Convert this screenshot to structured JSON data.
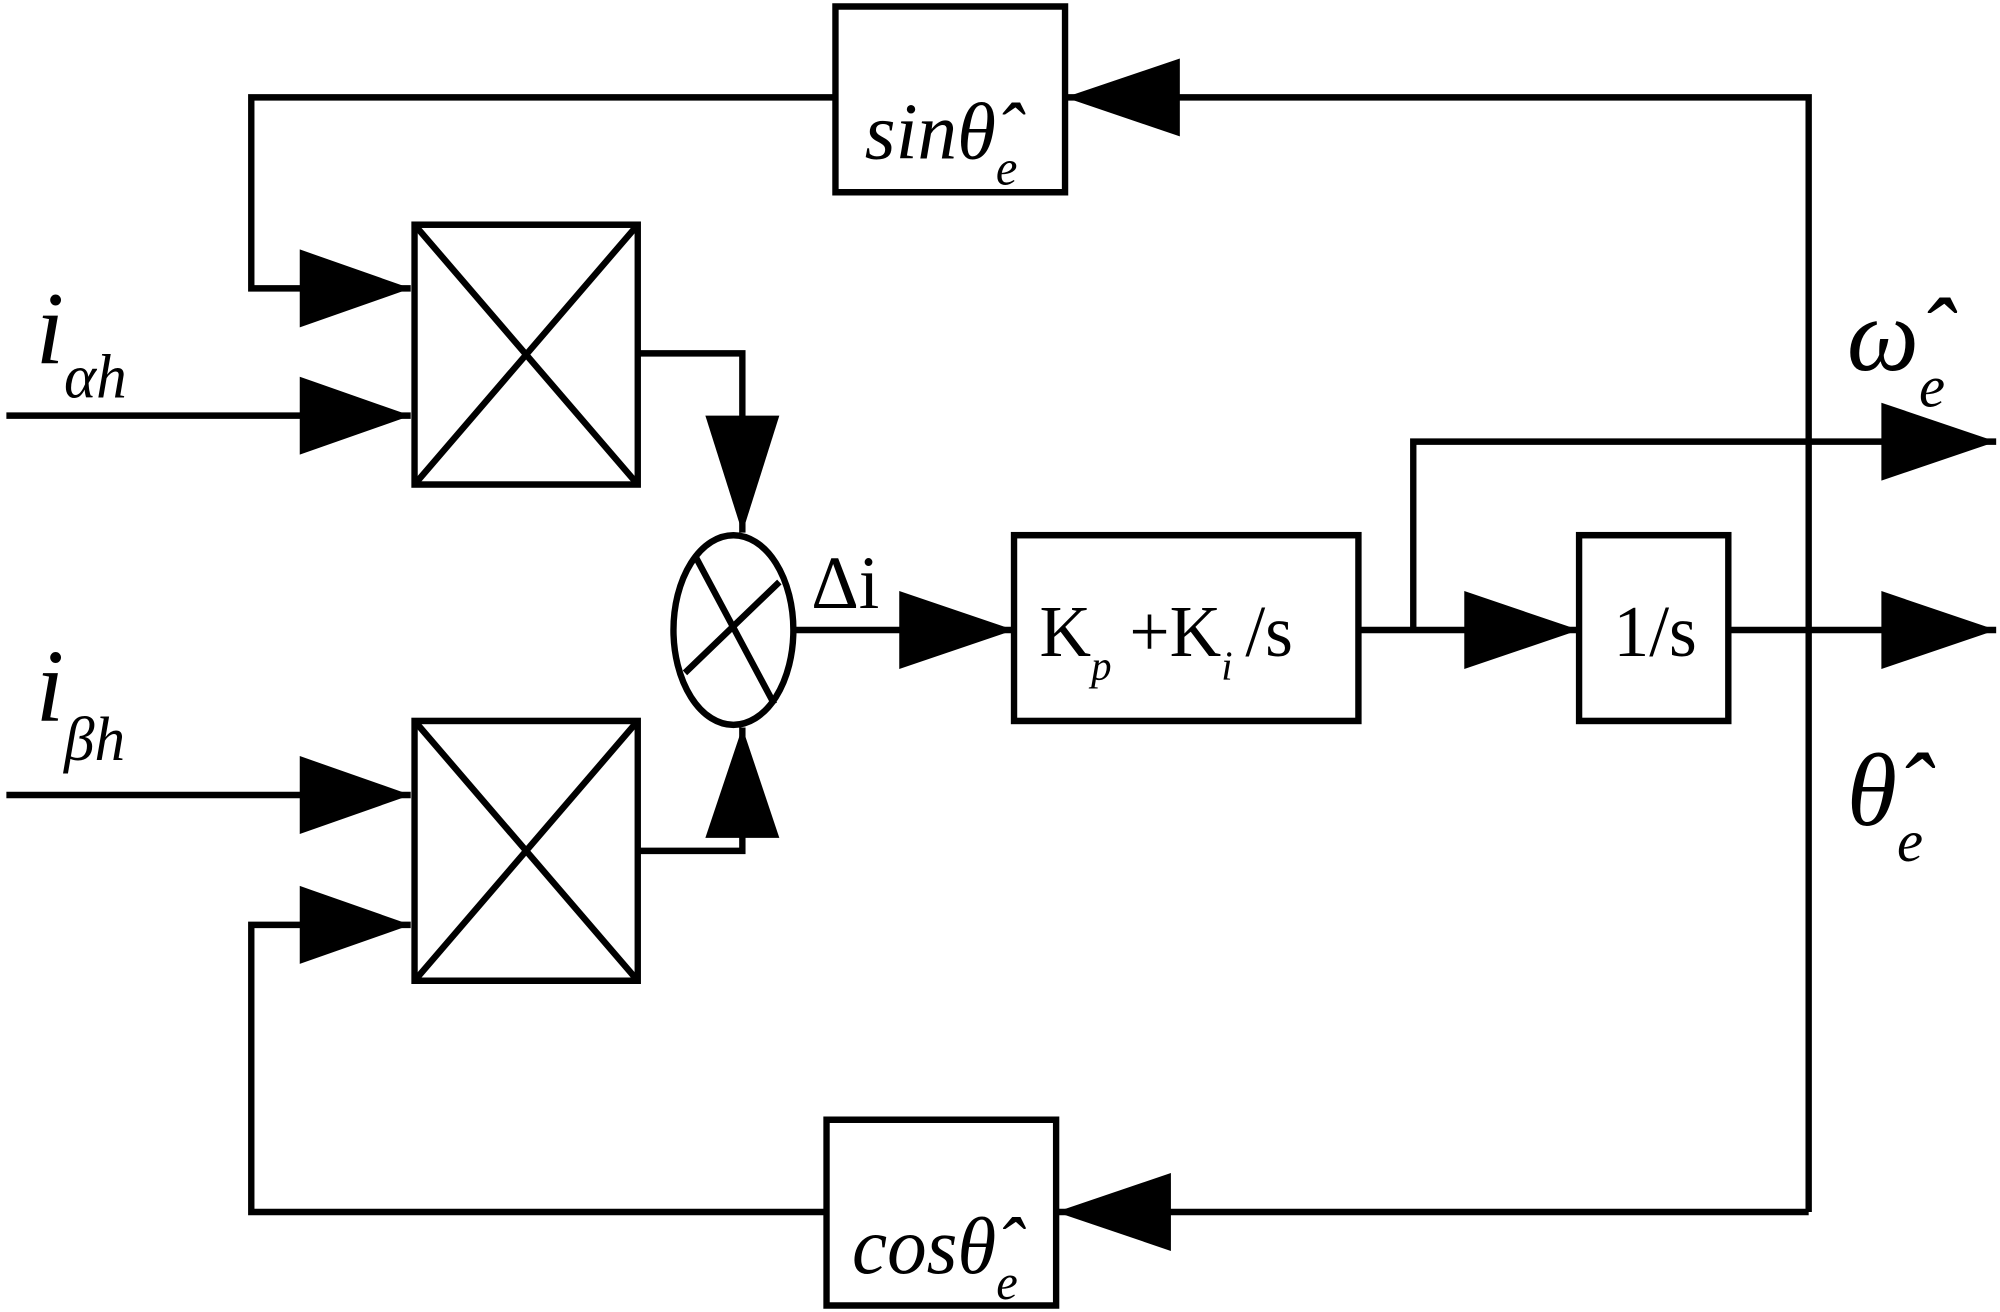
{
  "diagram": {
    "inputs": {
      "i_alpha": {
        "base": "i",
        "sub": "αh"
      },
      "i_beta": {
        "base": "i",
        "sub": "βh"
      }
    },
    "blocks": {
      "sin": {
        "prefix": "sin",
        "symbol": "θ̂",
        "sub": "e"
      },
      "cos": {
        "prefix": "cos",
        "symbol": "θ̂",
        "sub": "e"
      },
      "pi": {
        "k1": "K",
        "p": "p",
        "plus": "+K",
        "i": "i",
        "s": "/s"
      },
      "integrator": {
        "label": "1/s"
      }
    },
    "error_label": "Δi",
    "outputs": {
      "omega": {
        "symbol": "ω̂",
        "sub": "e"
      },
      "theta": {
        "symbol": "θ̂",
        "sub": "e"
      }
    }
  }
}
